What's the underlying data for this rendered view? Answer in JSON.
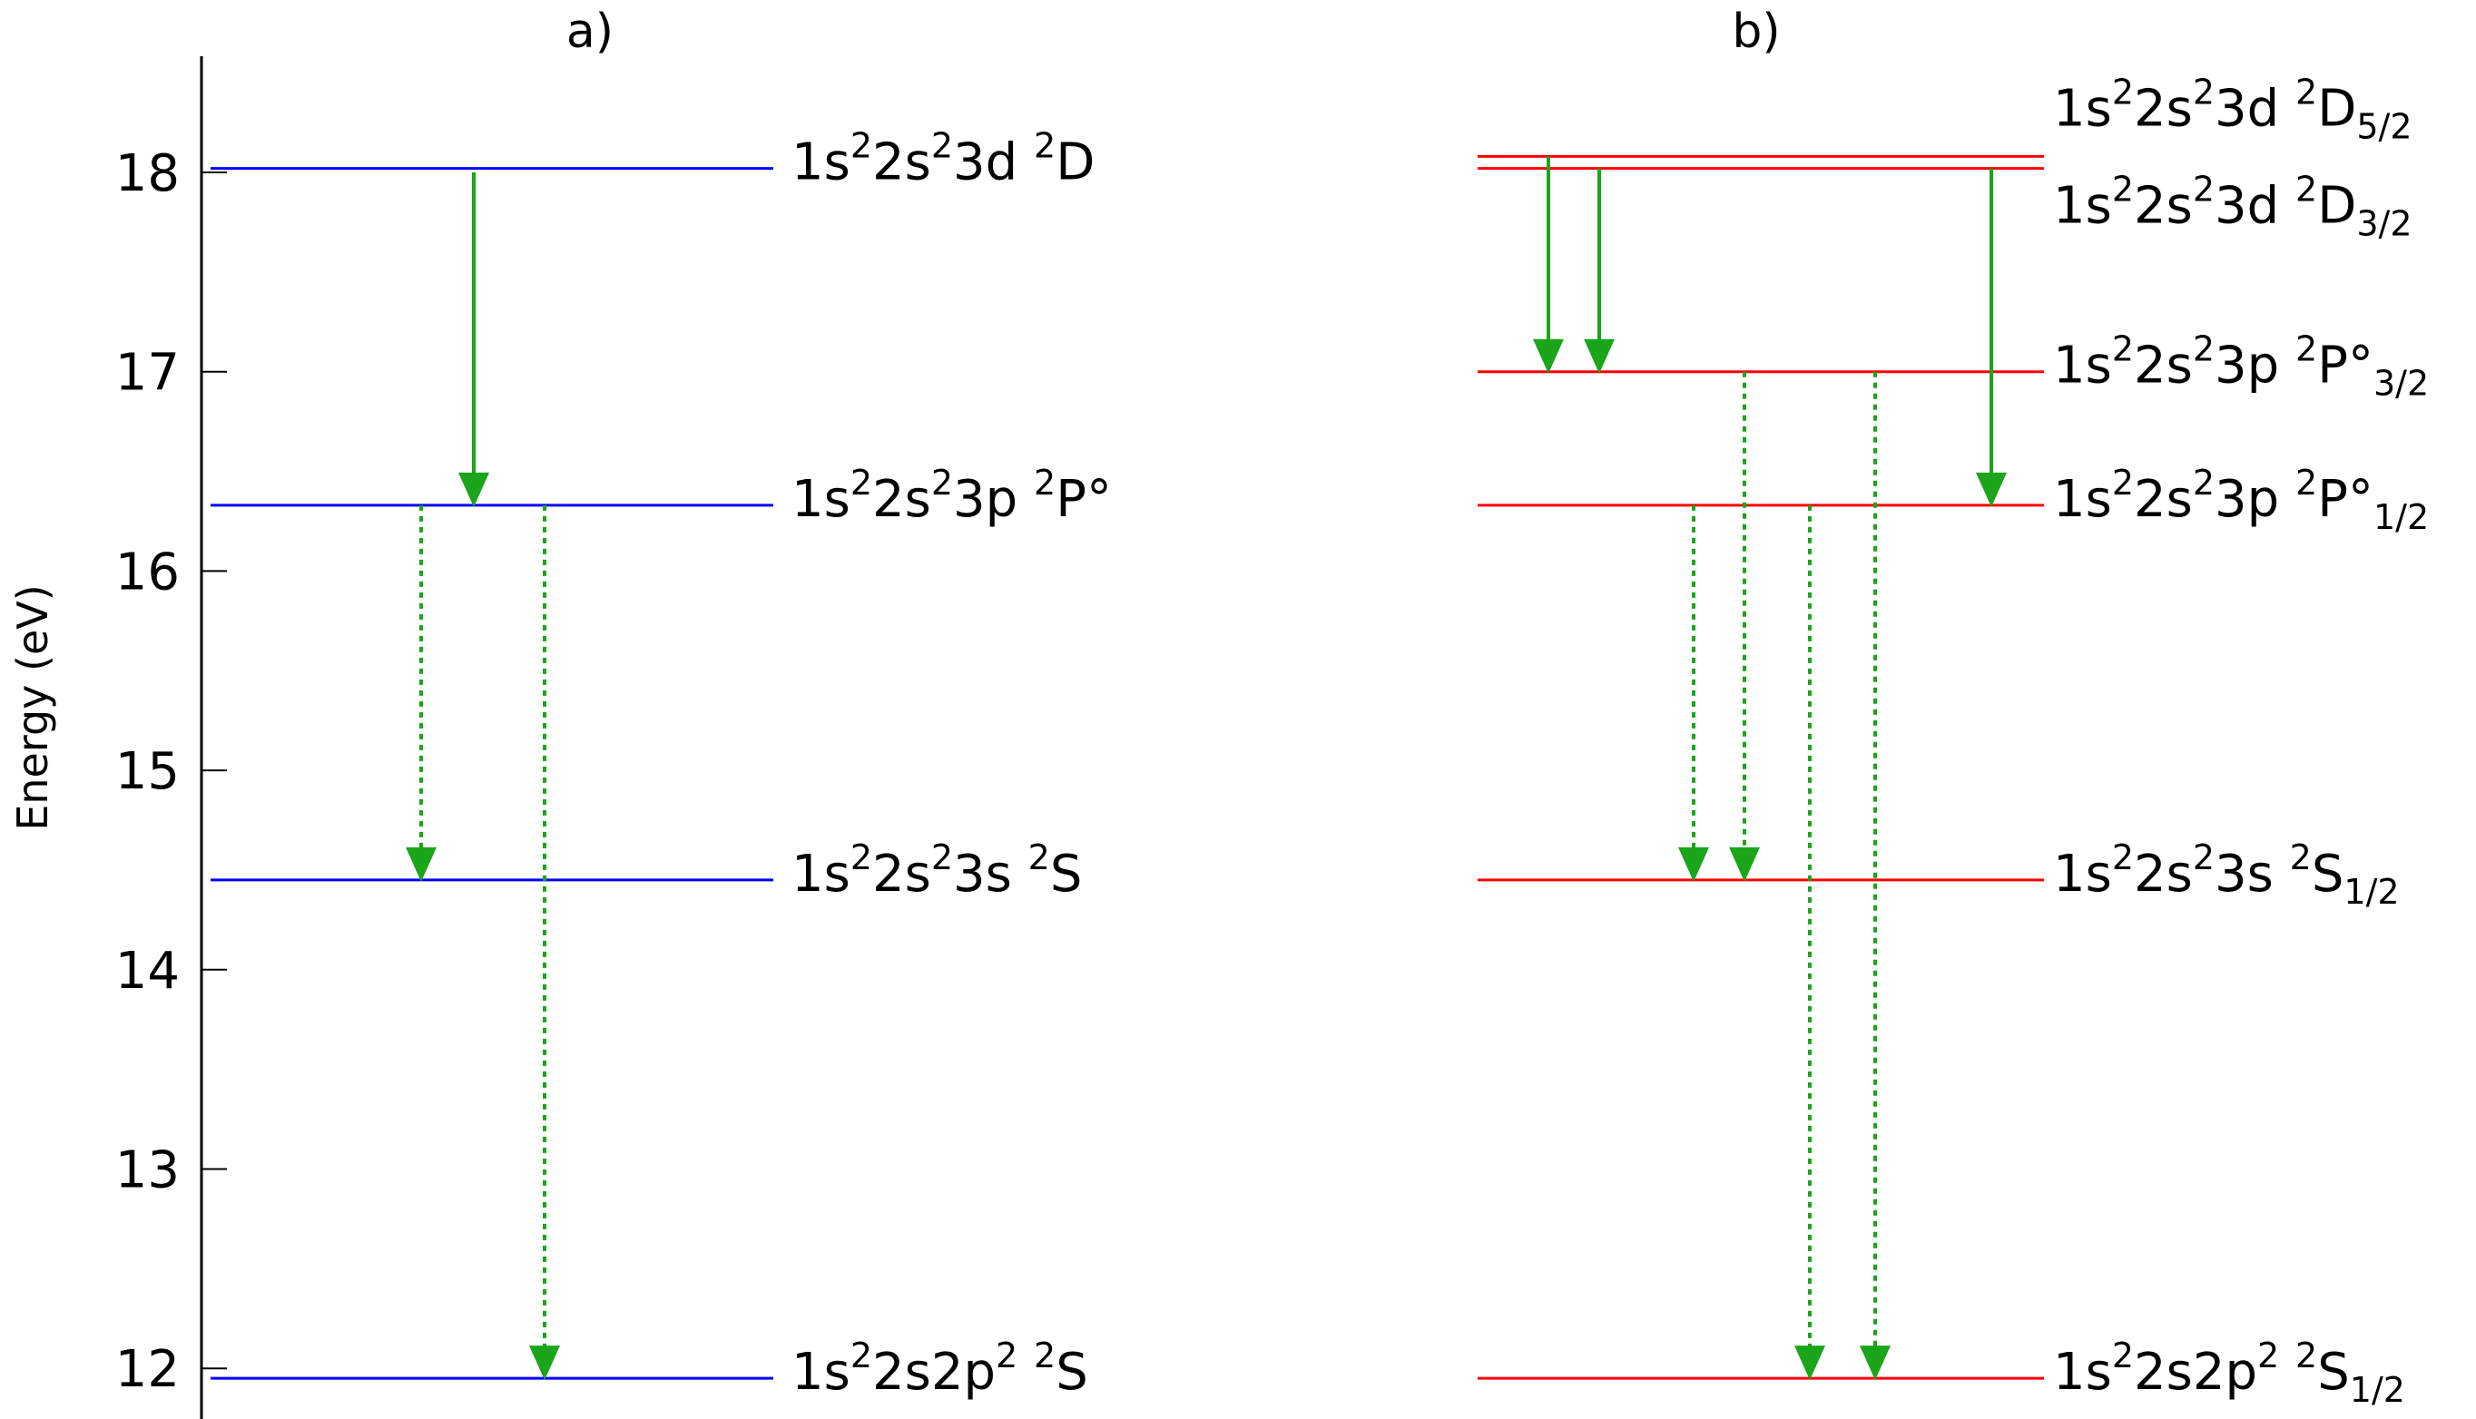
{
  "chart_data": {
    "type": "diagram",
    "ylabel": "Energy (eV)",
    "ylim": [
      11.9,
      18.6
    ],
    "yticks": [
      12,
      13,
      14,
      15,
      16,
      17,
      18
    ],
    "colors": {
      "panel_a_levels": "#0000ff",
      "panel_b_levels": "#ff0000",
      "transitions": "#1aa51a"
    },
    "panels": [
      {
        "title": "a)",
        "levels": [
          {
            "energy": 18.02,
            "label": "1s²2s²3d ²D"
          },
          {
            "energy": 16.33,
            "label": "1s²2s²3p ²P°"
          },
          {
            "energy": 14.45,
            "label": "1s²2s²3s ²S"
          },
          {
            "energy": 11.95,
            "label": "1s²2s2p² ²S"
          }
        ],
        "transitions": [
          {
            "from": 18.0,
            "to": 16.33,
            "style": "solid"
          },
          {
            "from": 16.33,
            "to": 14.45,
            "style": "dotted"
          },
          {
            "from": 16.33,
            "to": 11.95,
            "style": "dotted"
          }
        ]
      },
      {
        "title": "b)",
        "levels": [
          {
            "energy": 18.08,
            "label": "1s²2s²3d ²D5/2"
          },
          {
            "energy": 18.02,
            "label": "1s²2s²3d ²D3/2"
          },
          {
            "energy": 17.0,
            "label": "1s²2s²3p ²P°3/2"
          },
          {
            "energy": 16.33,
            "label": "1s²2s²3p ²P°1/2"
          },
          {
            "energy": 14.45,
            "label": "1s²2s²3s ²S1/2"
          },
          {
            "energy": 11.95,
            "label": "1s²2s2p² ²S1/2"
          }
        ],
        "transitions": [
          {
            "from": 18.08,
            "to": 17.0,
            "style": "solid"
          },
          {
            "from": 18.02,
            "to": 17.0,
            "style": "solid"
          },
          {
            "from": 18.02,
            "to": 16.33,
            "style": "solid"
          },
          {
            "from": 16.33,
            "to": 14.45,
            "style": "dotted"
          },
          {
            "from": 17.0,
            "to": 14.45,
            "style": "dotted"
          },
          {
            "from": 16.33,
            "to": 11.95,
            "style": "dotted"
          },
          {
            "from": 17.0,
            "to": 11.95,
            "style": "dotted"
          }
        ]
      }
    ]
  }
}
